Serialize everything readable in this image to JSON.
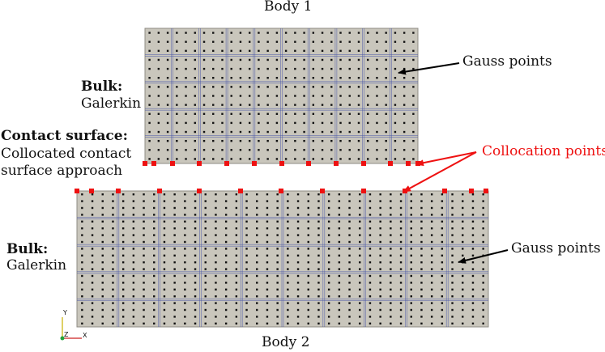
{
  "title_top": "Body 1",
  "title_bottom": "Body 2",
  "bulk_top": {
    "heading": "Bulk:",
    "method": "Galerkin"
  },
  "contact": {
    "heading": "Contact surface:",
    "line1": "Collocated contact",
    "line2": "surface approach"
  },
  "bulk_bottom": {
    "heading": "Bulk:",
    "method": "Galerkin"
  },
  "gauss_top": "Gauss points",
  "gauss_bottom": "Gauss points",
  "collocation": "Collocation points",
  "axes": {
    "y": "Y",
    "z": "Z",
    "x": "X"
  },
  "colors": {
    "mesh_fill": "#c9c6bc",
    "mesh_line": "#4a57a8",
    "gauss_point": "#111111",
    "collocation_point": "#ee1111",
    "arrow_black": "#000000",
    "arrow_red": "#ee1111"
  }
}
